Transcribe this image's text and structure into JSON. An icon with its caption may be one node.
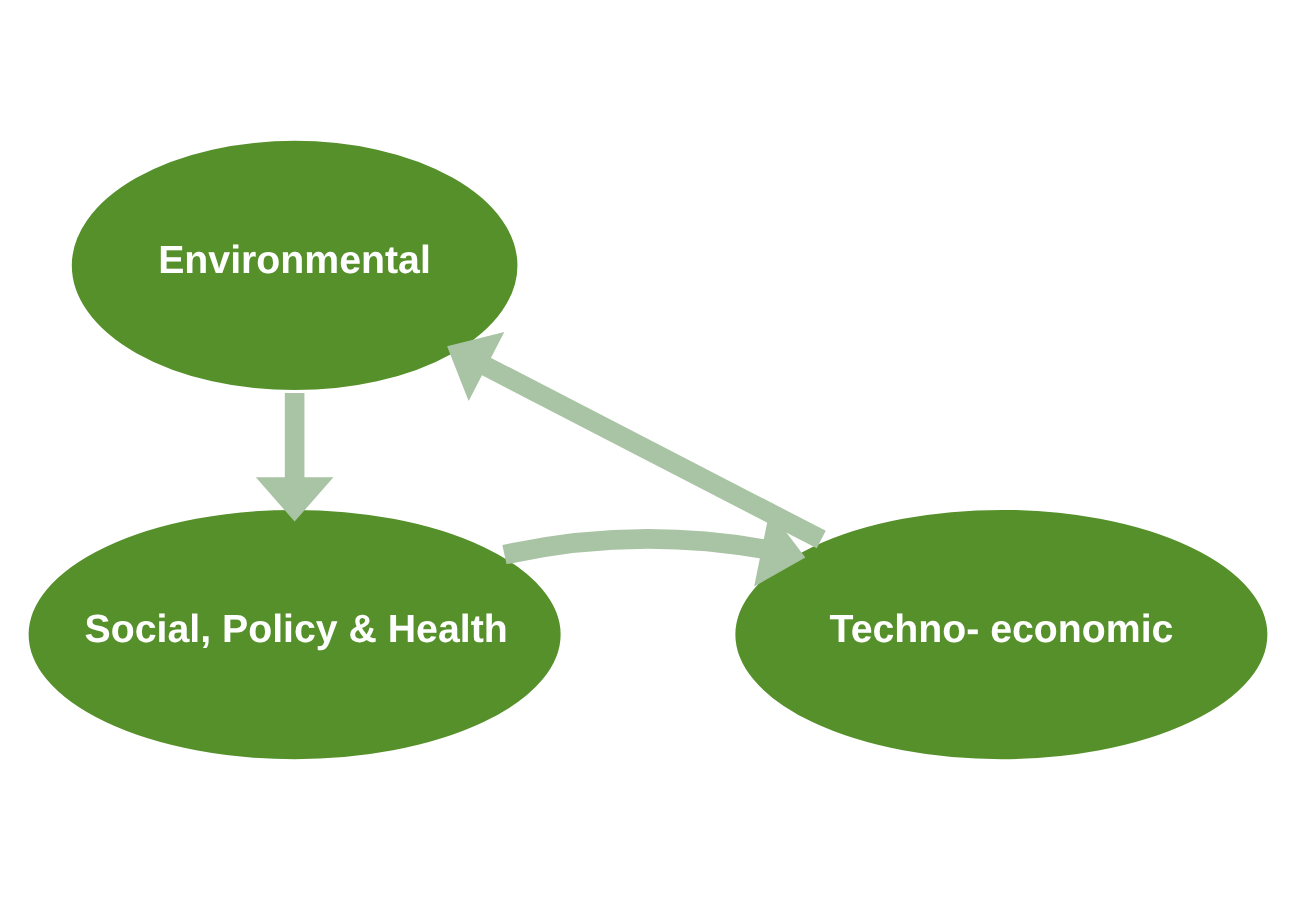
{
  "diagram": {
    "nodes": [
      {
        "text": [
          "Environmental"
        ]
      },
      {
        "text": [
          "Social, Policy & Health"
        ]
      },
      {
        "text": [
          "Techno- economic"
        ]
      }
    ],
    "edges": [
      {
        "from": 0,
        "to": 1,
        "arrow": "to"
      },
      {
        "from": 1,
        "to": 2,
        "arrow": "to"
      },
      {
        "from": 2,
        "to": 0,
        "arrow": "to"
      }
    ]
  }
}
